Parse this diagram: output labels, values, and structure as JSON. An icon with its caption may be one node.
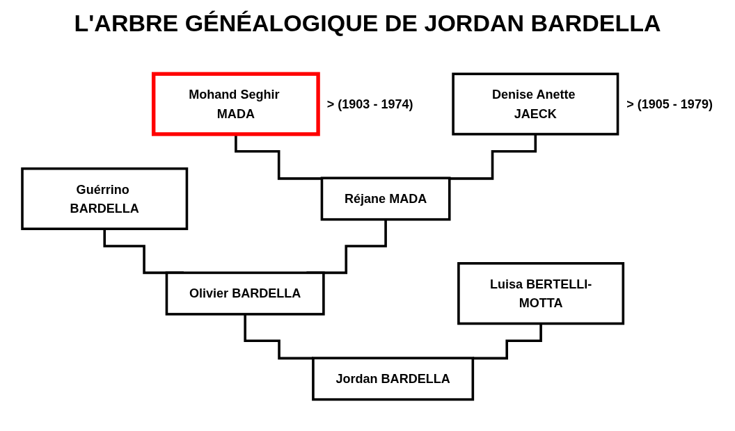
{
  "diagram": {
    "title": "L'ARBRE GÉNÉALOGIQUE DE JORDAN BARDELLA",
    "nodes": [
      {
        "text": [
          "Mohand Seghir MADA"
        ],
        "beside": [
          "> (1903 - 1974)"
        ]
      },
      {
        "text": [
          "Denise Anette JAECK"
        ],
        "beside": [
          "> (1905 - 1979)"
        ]
      },
      {
        "text": [
          "Guérrino BARDELLA"
        ]
      },
      {
        "text": [
          "Réjane MADA"
        ]
      },
      {
        "text": [
          "Olivier BARDELLA"
        ]
      },
      {
        "text": [
          "Luisa BERTELLI-MOTTA"
        ]
      },
      {
        "text": [
          "Jordan BARDELLA"
        ]
      }
    ],
    "edges": [
      {
        "from": 0,
        "to": 3,
        "arrow": "none"
      },
      {
        "from": 1,
        "to": 3,
        "arrow": "none"
      },
      {
        "from": 2,
        "to": 4,
        "arrow": "none"
      },
      {
        "from": 3,
        "to": 4,
        "arrow": "none"
      },
      {
        "from": 4,
        "to": 6,
        "arrow": "none"
      },
      {
        "from": 5,
        "to": 6,
        "arrow": "none"
      }
    ]
  }
}
